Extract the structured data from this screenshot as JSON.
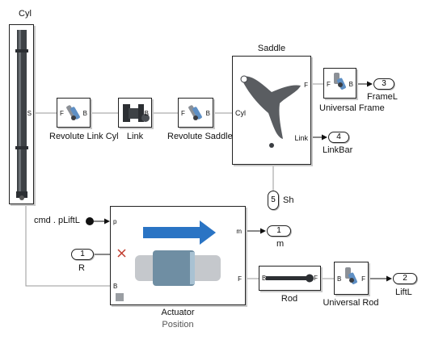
{
  "blocks": {
    "cyl": {
      "name": "Cyl",
      "port_s": "S"
    },
    "rev_link_cyl": {
      "name": "Revolute Link Cyl",
      "port_f": "F",
      "port_b": "B"
    },
    "link": {
      "name": "Link",
      "port_b": "B"
    },
    "rev_saddle_link": {
      "name": "Revolute Saddle Link",
      "port_f": "F",
      "port_b": "B"
    },
    "saddle": {
      "name": "Saddle",
      "port_cyl": "Cyl",
      "port_f": "F",
      "port_link": "Link"
    },
    "universal_frame": {
      "name": "Universal Frame",
      "port_f": "F",
      "port_b": "B"
    },
    "actuator": {
      "name": "Actuator",
      "subtitle": "Position",
      "port_p": "p",
      "port_m": "m",
      "port_f": "F",
      "port_b": "B"
    },
    "rod": {
      "name": "Rod",
      "port_b": "B",
      "port_f": "F"
    },
    "universal_rod": {
      "name": "Universal Rod",
      "port_b": "B",
      "port_f": "F"
    }
  },
  "signals": {
    "cmd_from": "cmd . pLiftL",
    "frame_out_num": "3",
    "frame_out_name": "FrameL",
    "linkbar_out_num": "4",
    "linkbar_out_name": "LinkBar",
    "sh_num": "5",
    "sh_name": "Sh",
    "m_out_num": "1",
    "m_out_name": "m",
    "r_in_num": "1",
    "r_in_name": "R",
    "lift_out_num": "2",
    "lift_out_name": "LiftL"
  },
  "colors": {
    "wire": "#9a9a9a",
    "signal": "#111111",
    "arrow": "#2a74c4",
    "cylinder_body": "#3e4246",
    "joint_accent": "#5e8fc4",
    "error_x": "#c0392b"
  }
}
